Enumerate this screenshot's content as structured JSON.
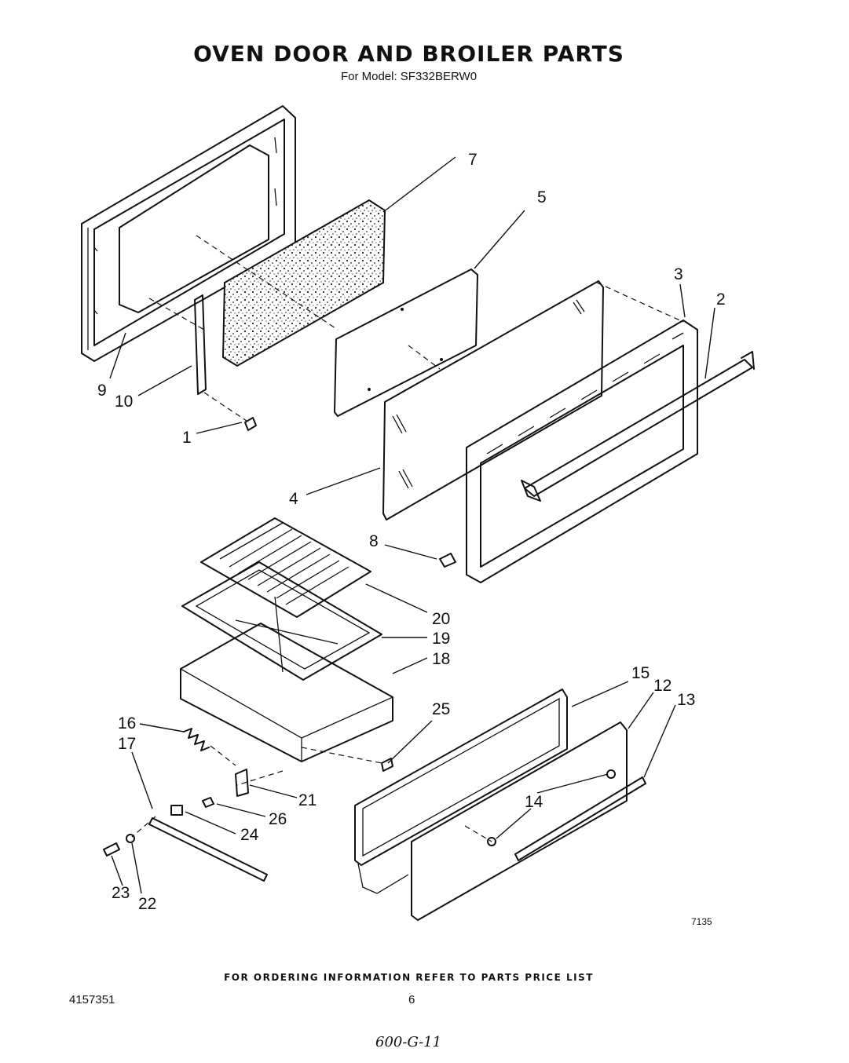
{
  "header": {
    "title": "OVEN DOOR AND BROILER PARTS",
    "subtitle": "For Model: SF332BERW0"
  },
  "callouts": [
    "1",
    "2",
    "3",
    "4",
    "5",
    "7",
    "8",
    "9",
    "10",
    "12",
    "13",
    "14",
    "15",
    "16",
    "17",
    "18",
    "19",
    "20",
    "21",
    "22",
    "23",
    "24",
    "25",
    "26"
  ],
  "figure_code": "7135",
  "footer": {
    "ordering_note": "FOR ORDERING INFORMATION REFER TO PARTS PRICE LIST",
    "document_number": "4157351",
    "page_number": "6"
  },
  "handwritten_note": "600-G-11"
}
